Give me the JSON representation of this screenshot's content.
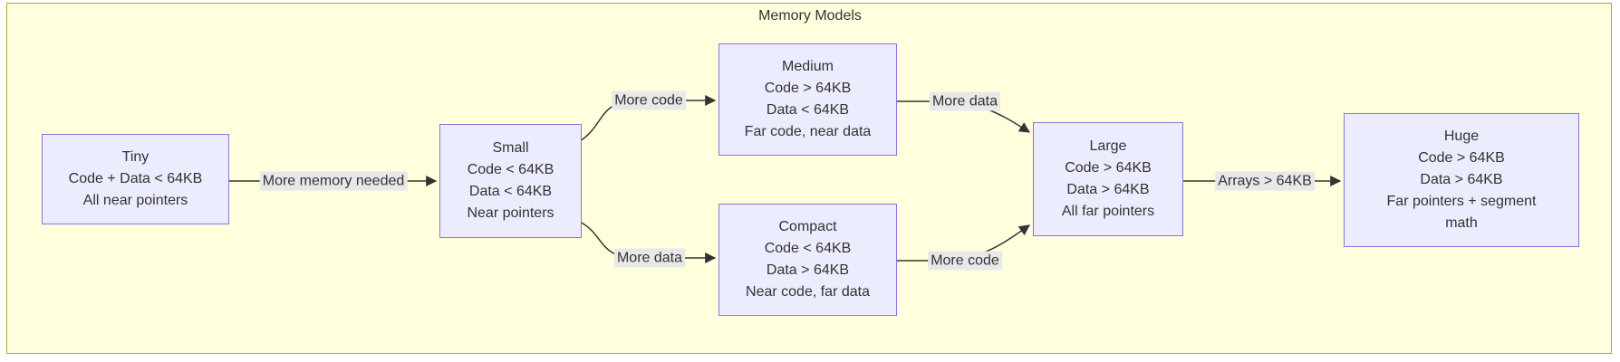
{
  "diagram": {
    "title": "Memory Models"
  },
  "nodes": [
    {
      "id": "tiny",
      "lines": [
        "Tiny",
        "Code + Data < 64KB",
        "All near pointers"
      ]
    },
    {
      "id": "small",
      "lines": [
        "Small",
        "Code < 64KB",
        "Data < 64KB",
        "Near pointers"
      ]
    },
    {
      "id": "medium",
      "lines": [
        "Medium",
        "Code > 64KB",
        "Data < 64KB",
        "Far code, near data"
      ]
    },
    {
      "id": "compact",
      "lines": [
        "Compact",
        "Code < 64KB",
        "Data > 64KB",
        "Near code, far data"
      ]
    },
    {
      "id": "large",
      "lines": [
        "Large",
        "Code > 64KB",
        "Data > 64KB",
        "All far pointers"
      ]
    },
    {
      "id": "huge",
      "lines": [
        "Huge",
        "Code > 64KB",
        "Data > 64KB",
        "Far pointers + segment math"
      ]
    }
  ],
  "edges": [
    {
      "from": "Tiny",
      "to": "Small",
      "label": "More memory needed"
    },
    {
      "from": "Small",
      "to": "Medium",
      "label": "More code"
    },
    {
      "from": "Small",
      "to": "Compact",
      "label": "More data"
    },
    {
      "from": "Medium",
      "to": "Large",
      "label": "More data"
    },
    {
      "from": "Compact",
      "to": "Large",
      "label": "More code"
    },
    {
      "from": "Large",
      "to": "Huge",
      "label": "Arrays > 64KB"
    }
  ],
  "colors": {
    "page_bg": "#ffffff",
    "container_fill": "#ffffde",
    "container_border": "#aaaa33",
    "node_fill": "#ececff",
    "node_border": "#9370db",
    "text": "#333333",
    "edge": "#333333",
    "edge_label_bg": "#e8e8e8"
  }
}
